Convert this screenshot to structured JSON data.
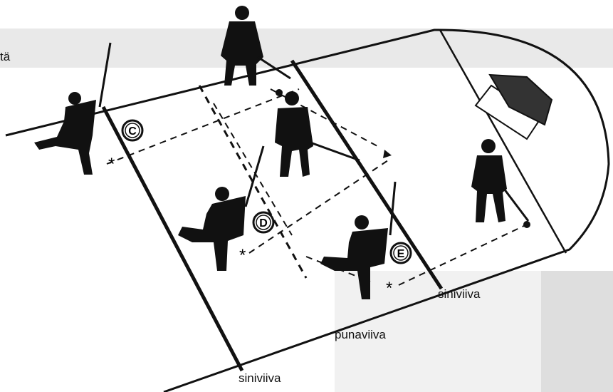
{
  "labels": {
    "partial_left": "tä",
    "siniviiva_right": "siniviiva",
    "punaviiva": "punaviiva",
    "siniviiva_bottom": "siniviiva"
  },
  "markers": {
    "c": "C",
    "d": "D",
    "e": "E"
  },
  "colors": {
    "ink": "#111111",
    "paper": "#ffffff",
    "background_print": "#cfcfcf"
  }
}
